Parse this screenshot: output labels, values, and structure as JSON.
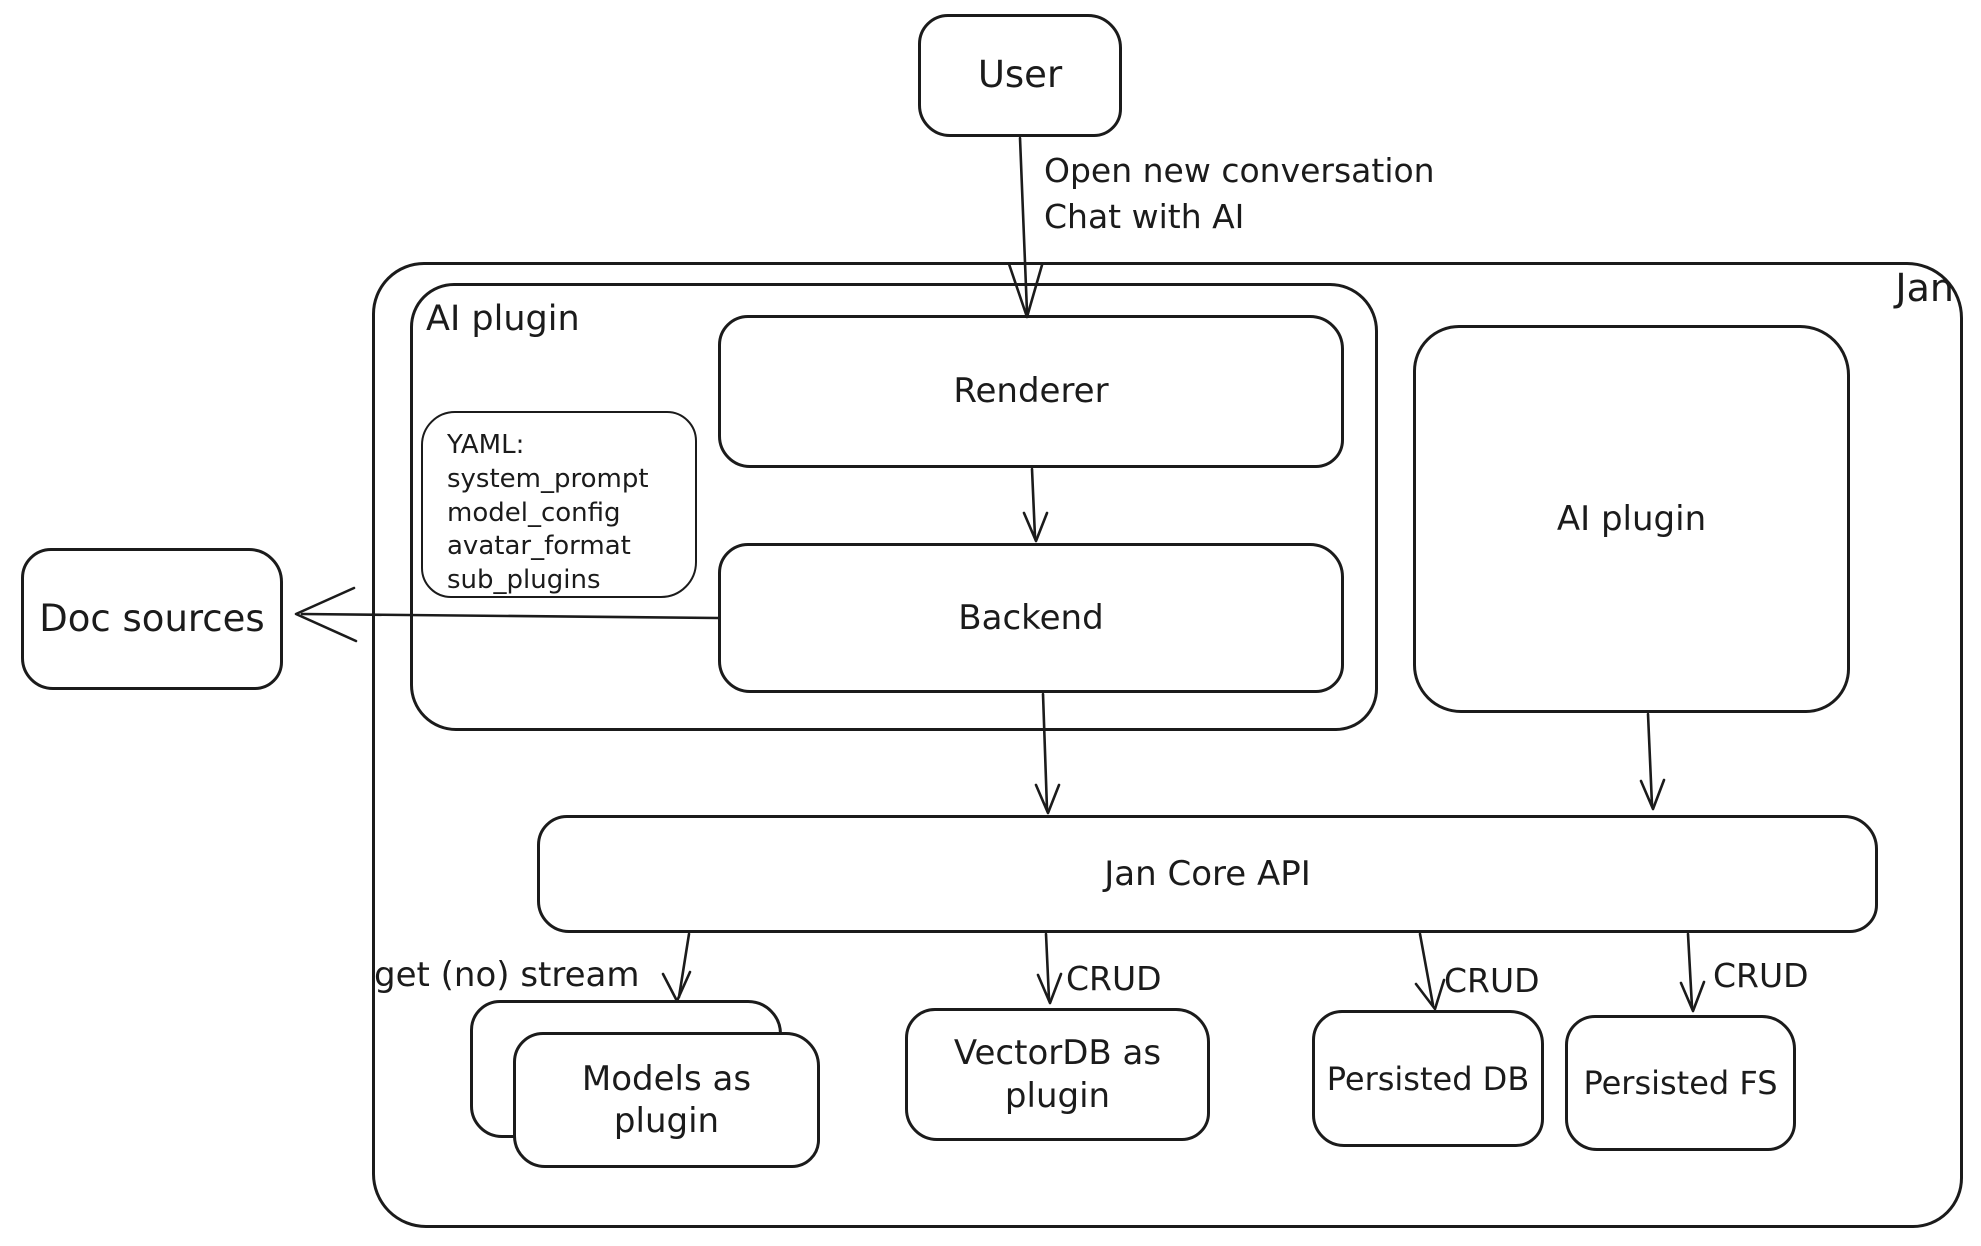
{
  "diagram": {
    "containers": {
      "jan": {
        "label": "Jan"
      },
      "ai_plugin_group": {
        "label": "AI plugin"
      }
    },
    "nodes": {
      "user": {
        "label": "User"
      },
      "renderer": {
        "label": "Renderer"
      },
      "backend": {
        "label": "Backend"
      },
      "ai_plugin_box": {
        "label": "AI plugin"
      },
      "doc_sources": {
        "label": "Doc sources"
      },
      "jan_core_api": {
        "label": "Jan Core API"
      },
      "models_as_plugin": {
        "label": "Models as\nplugin"
      },
      "vectordb_as_plugin": {
        "label": "VectorDB as\nplugin"
      },
      "persisted_db": {
        "label": "Persisted DB"
      },
      "persisted_fs": {
        "label": "Persisted FS"
      }
    },
    "notes": {
      "yaml": {
        "text": "YAML:\nsystem_prompt\nmodel_config\navatar_format\nsub_plugins"
      }
    },
    "edge_labels": {
      "user_to_renderer": "Open new conversation\nChat with AI",
      "get_no_stream": "get (no) stream",
      "crud_vectordb": "CRUD",
      "crud_persisted_db": "CRUD",
      "crud_persisted_fs": "CRUD"
    },
    "colors": {
      "stroke": "#1b1b1b",
      "background": "#ffffff"
    }
  }
}
